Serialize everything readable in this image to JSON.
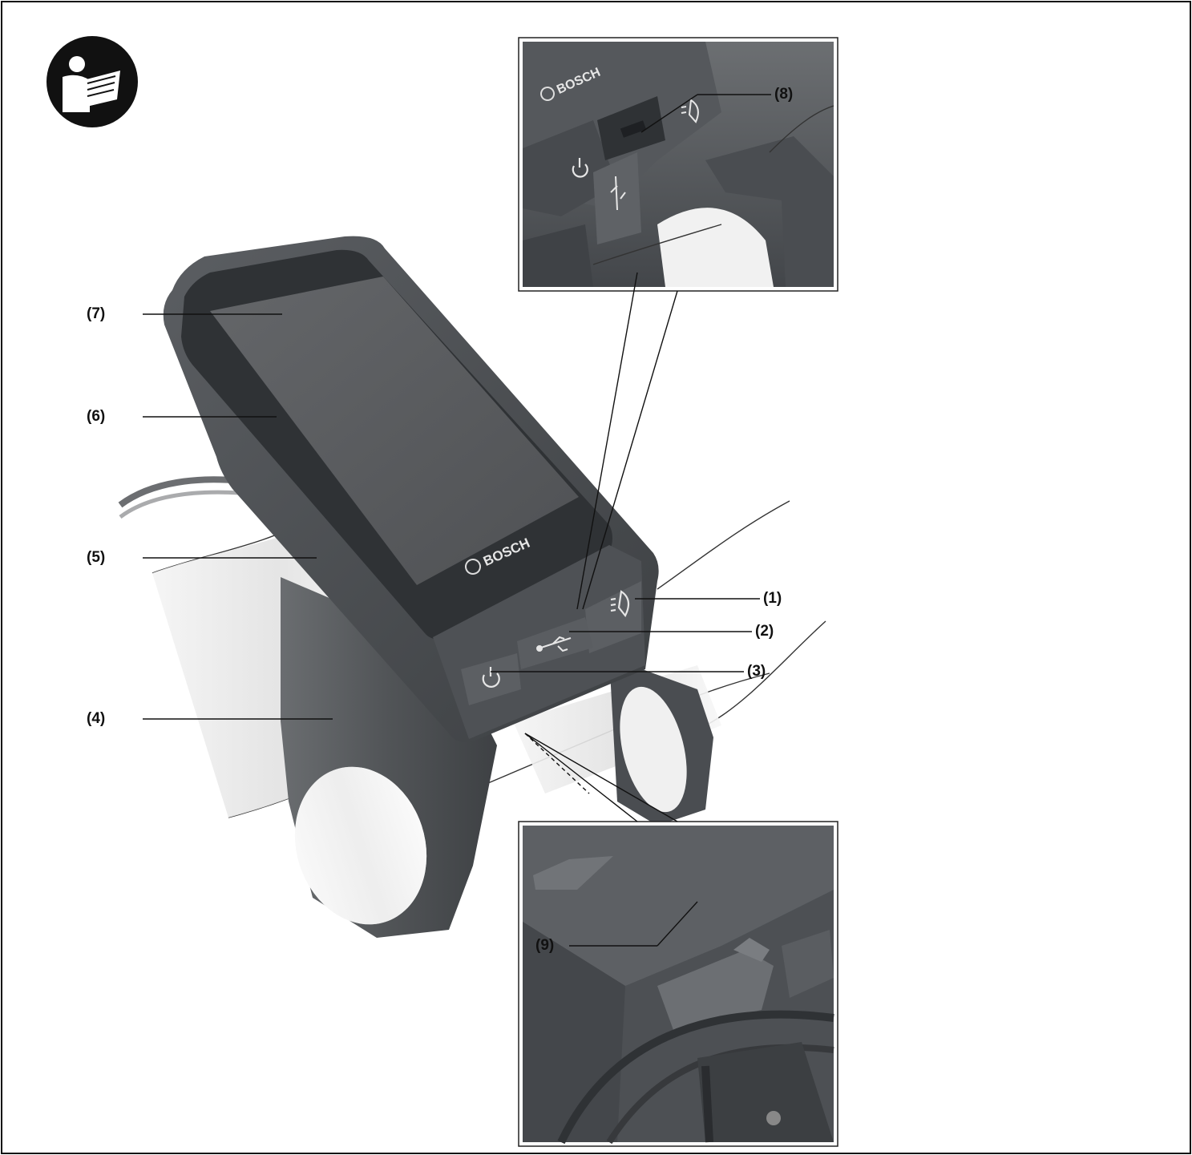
{
  "brand": "BOSCH",
  "callouts": {
    "c1": "(1)",
    "c2": "(2)",
    "c3": "(3)",
    "c4": "(4)",
    "c5": "(5)",
    "c6": "(6)",
    "c7": "(7)",
    "c8": "(8)",
    "c9": "(9)"
  },
  "icons": {
    "manual": "read-manual-icon",
    "power": "power-icon",
    "usb": "usb-icon",
    "light": "light-icon"
  },
  "colors": {
    "device_body": "#4a4d51",
    "device_dark": "#2f3235",
    "screen": "#57595c",
    "mount": "#55585b",
    "cable": "#3b3e41",
    "line": "#111111",
    "background": "#ffffff"
  }
}
